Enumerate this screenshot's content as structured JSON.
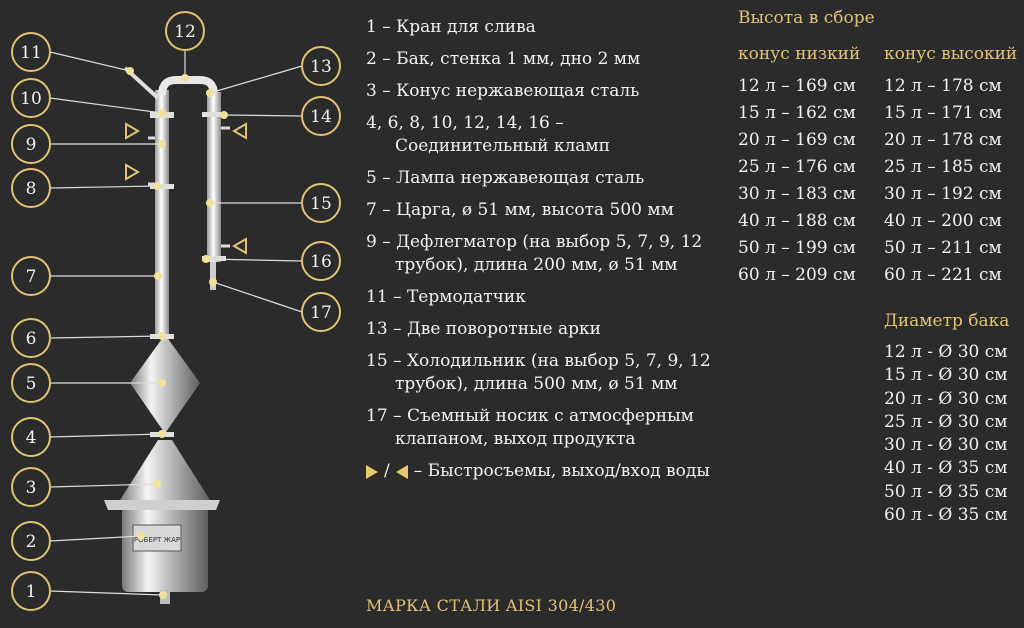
{
  "callouts": [
    {
      "n": "1"
    },
    {
      "n": "2"
    },
    {
      "n": "3"
    },
    {
      "n": "4"
    },
    {
      "n": "5"
    },
    {
      "n": "6"
    },
    {
      "n": "7"
    },
    {
      "n": "8"
    },
    {
      "n": "9"
    },
    {
      "n": "10"
    },
    {
      "n": "11"
    },
    {
      "n": "12"
    },
    {
      "n": "13"
    },
    {
      "n": "14"
    },
    {
      "n": "15"
    },
    {
      "n": "16"
    },
    {
      "n": "17"
    }
  ],
  "still_label": "РОБЕРТ ЖАР",
  "legend": [
    {
      "lines": [
        "1 – Кран для слива"
      ]
    },
    {
      "lines": [
        "2 – Бак, стенка 1 мм, дно 2 мм"
      ]
    },
    {
      "lines": [
        "3 – Конус нержавеющая сталь"
      ]
    },
    {
      "lines": [
        "4, 6, 8, 10, 12, 14, 16 –",
        "Соединительный кламп"
      ]
    },
    {
      "lines": [
        "5 – Лампа нержавеющая сталь"
      ]
    },
    {
      "lines": [
        "7 – Царга, ø 51 мм, высота 500 мм"
      ]
    },
    {
      "lines": [
        "9 – Дефлегматор (на выбор 5, 7, 9, 12",
        "трубок), длина 200 мм, ø 51 мм"
      ]
    },
    {
      "lines": [
        "11 – Термодатчик"
      ]
    },
    {
      "lines": [
        "13 – Две поворотные арки"
      ]
    },
    {
      "lines": [
        "15 – Холодильник (на выбор 5, 7, 9, 12",
        "трубок), длина 500 мм, ø 51 мм"
      ]
    },
    {
      "lines": [
        "17 – Съемный носик с атмосферным",
        "клапаном, выход продукта"
      ]
    }
  ],
  "quick_connect": {
    "sep": "/",
    "text": "– Быстросъемы, выход/вход воды"
  },
  "steel_grade": "МАРКА СТАЛИ AISI 304/430",
  "height": {
    "title": "Высота в сборе",
    "low_header": "конус низкий",
    "high_header": "конус высокий",
    "low": [
      "12 л – 169 см",
      "15 л – 162 см",
      "20 л – 169 см",
      "25 л – 176 см",
      "30 л – 183 см",
      "40 л – 188 см",
      "50 л – 199 см",
      "60 л – 209 см"
    ],
    "high": [
      "12 л – 178 см",
      "15 л – 171 см",
      "20 л – 178 см",
      "25 л – 185 см",
      "30 л – 192 см",
      "40 л – 200 см",
      "50 л – 211 см",
      "60 л – 221 см"
    ]
  },
  "diameter": {
    "title": "Диаметр бака",
    "rows": [
      "12 л - Ø 30 см",
      "15 л - Ø 30 см",
      "20 л - Ø 30 см",
      "25 л - Ø 30 см",
      "30 л - Ø 30 см",
      "40 л - Ø 35 см",
      "50 л - Ø 35 см",
      "60 л - Ø 35 см"
    ]
  },
  "colors": {
    "accent": "#e2c375",
    "background": "#2b2b2b",
    "text": "#f2f2f2"
  }
}
